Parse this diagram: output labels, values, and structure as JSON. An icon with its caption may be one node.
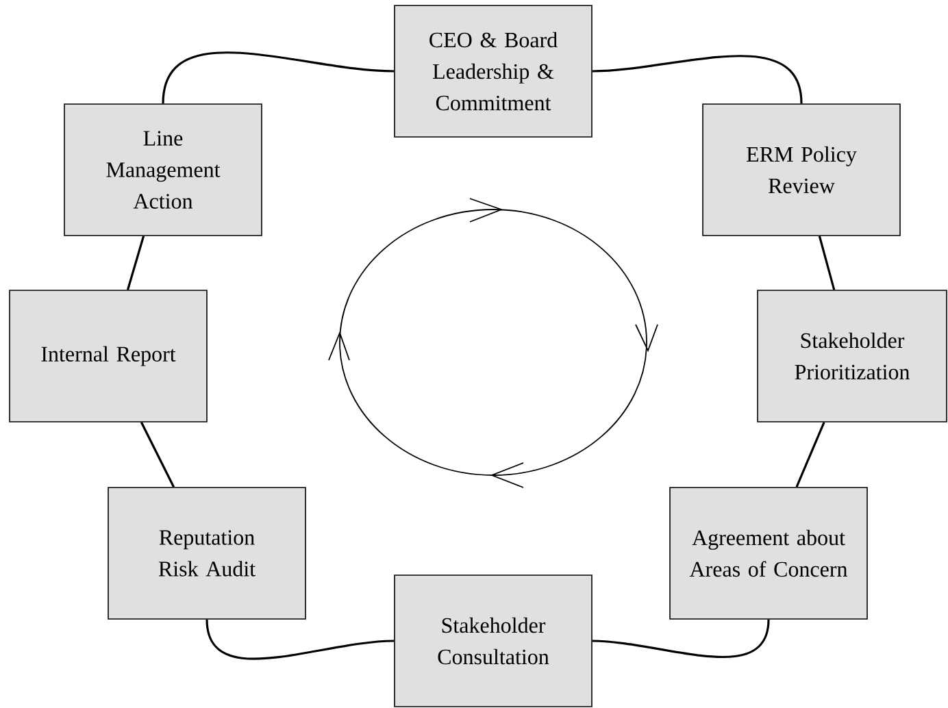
{
  "diagram": {
    "nodes": [
      {
        "text": [
          "CEO & Board Leadership & Commitment"
        ]
      },
      {
        "text": [
          "ERM Policy Review"
        ]
      },
      {
        "text": [
          "Stakeholder Prioritization"
        ]
      },
      {
        "text": [
          "Agreement about Areas of Concern"
        ]
      },
      {
        "text": [
          "Stakeholder Consultation"
        ]
      },
      {
        "text": [
          "Reputation Risk Audit"
        ]
      },
      {
        "text": [
          "Internal Report"
        ]
      },
      {
        "text": [
          "Line Management Action"
        ]
      }
    ],
    "edges": [
      {
        "from": 0,
        "to": 1,
        "arrow": "none"
      },
      {
        "from": 1,
        "to": 2,
        "arrow": "none"
      },
      {
        "from": 2,
        "to": 3,
        "arrow": "none"
      },
      {
        "from": 3,
        "to": 4,
        "arrow": "none"
      },
      {
        "from": 4,
        "to": 5,
        "arrow": "none"
      },
      {
        "from": 5,
        "to": 6,
        "arrow": "none"
      },
      {
        "from": 6,
        "to": 7,
        "arrow": "none"
      },
      {
        "from": 7,
        "to": 0,
        "arrow": "none"
      }
    ]
  }
}
